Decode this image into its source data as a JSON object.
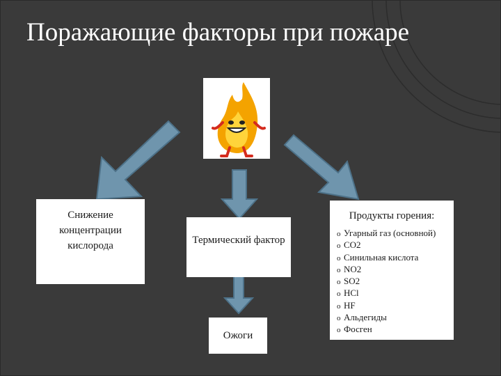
{
  "slide": {
    "title": "Поражающие факторы при пожаре",
    "colors": {
      "background": "#3a3a3a",
      "arrow": "#6f95ad",
      "arrow_outline": "#4d7188",
      "card": "#ffffff",
      "title": "#ffffff"
    }
  },
  "image": {
    "icon": "flame-mascot-icon"
  },
  "factors": {
    "oxygen": "Снижение концентрации кислорода",
    "thermal": "Термический фактор",
    "burns": "Ожоги",
    "products": {
      "heading": "Продукты горения:",
      "bullet": "o",
      "items": [
        "Угарный газ (основной)",
        "CO2",
        "Синильная кислота",
        "NO2",
        "SO2",
        "HCl",
        "HF",
        "Альдегиды",
        "Фосген"
      ]
    }
  }
}
